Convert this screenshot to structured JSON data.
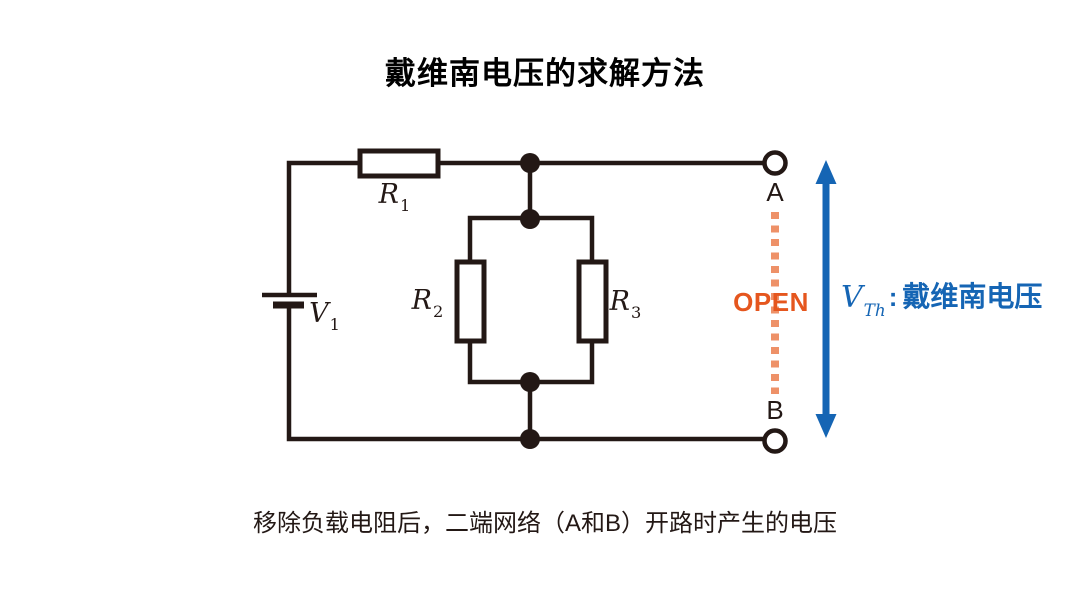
{
  "title": "戴维南电压的求解方法",
  "caption": "移除负载电阻后，二端网络（A和B）开路时产生的电压",
  "circuit": {
    "source_label": {
      "base": "V",
      "sub": "1"
    },
    "resistors": [
      {
        "base": "R",
        "sub": "1"
      },
      {
        "base": "R",
        "sub": "2"
      },
      {
        "base": "R",
        "sub": "3"
      }
    ],
    "terminal_a": "A",
    "terminal_b": "B",
    "open_label": "OPEN"
  },
  "thevenin": {
    "base": "V",
    "sub": "Th",
    "separator": ":",
    "label": "戴维南电压"
  },
  "colors": {
    "line": "#231815",
    "open_orange": "#E5561E",
    "dash_orange": "#EE9168",
    "arrow_blue": "#1565B4"
  }
}
